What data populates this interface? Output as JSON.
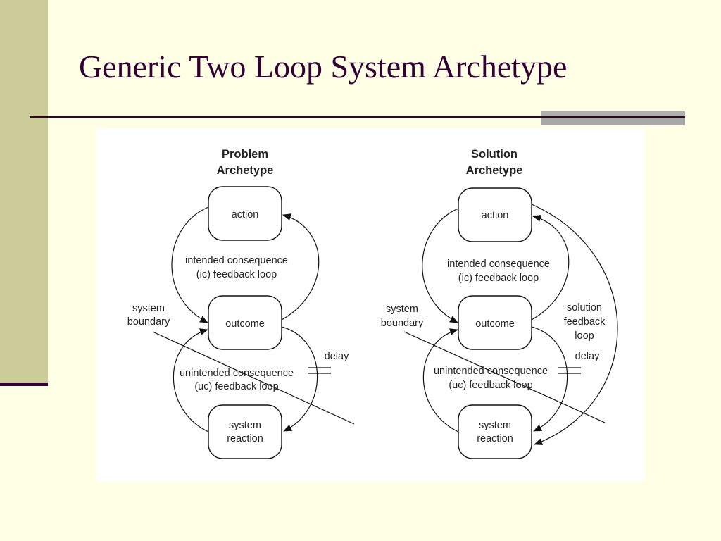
{
  "slide": {
    "title": "Generic Two Loop System Archetype"
  },
  "problem": {
    "header_line1": "Problem",
    "header_line2": "Archetype",
    "action": "action",
    "outcome": "outcome",
    "reaction_line1": "system",
    "reaction_line2": "reaction",
    "ic_line1": "intended consequence",
    "ic_line2": "(ic) feedback loop",
    "uc_line1": "unintended consequence",
    "uc_line2": "(uc) feedback loop",
    "boundary_line1": "system",
    "boundary_line2": "boundary",
    "delay": "delay"
  },
  "solution": {
    "header_line1": "Solution",
    "header_line2": "Archetype",
    "action": "action",
    "outcome": "outcome",
    "reaction_line1": "system",
    "reaction_line2": "reaction",
    "ic_line1": "intended consequence",
    "ic_line2": "(ic) feedback loop",
    "uc_line1": "unintended consequence",
    "uc_line2": "(uc) feedback loop",
    "boundary_line1": "system",
    "boundary_line2": "boundary",
    "delay": "delay",
    "loop_line1": "solution",
    "loop_line2": "feedback",
    "loop_line3": "loop"
  },
  "colors": {
    "background": "#ffffe6",
    "side_band": "#cccc99",
    "title": "#330033"
  }
}
